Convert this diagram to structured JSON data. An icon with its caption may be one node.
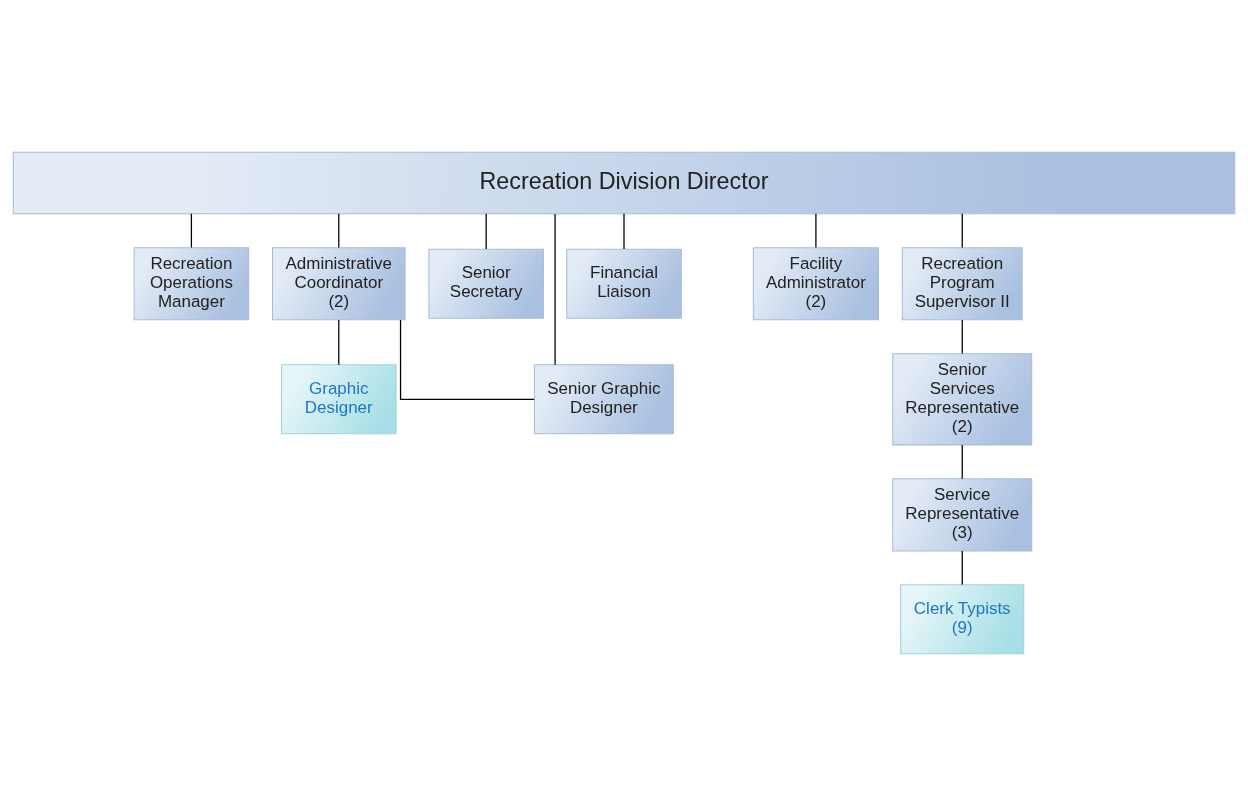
{
  "diagram": {
    "nodes": [
      {
        "text": [
          "Recreation Division Director"
        ]
      },
      {
        "text": [
          "Recreation Operations Manager"
        ]
      },
      {
        "text": [
          "Administrative Coordinator (2)"
        ]
      },
      {
        "text": [
          "Senior Secretary"
        ]
      },
      {
        "text": [
          "Financial Liaison"
        ]
      },
      {
        "text": [
          "Recreation Program Supervisor II"
        ]
      },
      {
        "text": [
          "Facility Administrator (2)"
        ]
      },
      {
        "text": [
          "Senior Graphic Designer"
        ]
      },
      {
        "text": [
          "Graphic Designer"
        ]
      },
      {
        "text": [
          "Senior Services Representative (2)"
        ]
      },
      {
        "text": [
          "Service Representative (3)"
        ]
      },
      {
        "text": [
          "Clerk Typists (9)"
        ]
      }
    ],
    "edges": [
      {
        "from": 0,
        "to": 1,
        "arrow": "none"
      },
      {
        "from": 0,
        "to": 7,
        "arrow": "none"
      },
      {
        "from": 0,
        "to": 2,
        "arrow": "none"
      },
      {
        "from": 0,
        "to": 3,
        "arrow": "none"
      },
      {
        "from": 0,
        "to": 4,
        "arrow": "none"
      },
      {
        "from": 0,
        "to": 5,
        "arrow": "none"
      },
      {
        "from": 0,
        "to": 6,
        "arrow": "none"
      },
      {
        "from": 2,
        "to": 7,
        "arrow": "none"
      },
      {
        "from": 2,
        "to": 8,
        "arrow": "none"
      },
      {
        "from": 5,
        "to": 9,
        "arrow": "none"
      },
      {
        "from": 9,
        "to": 10,
        "arrow": "none"
      },
      {
        "from": 10,
        "to": 11,
        "arrow": "none"
      }
    ]
  }
}
